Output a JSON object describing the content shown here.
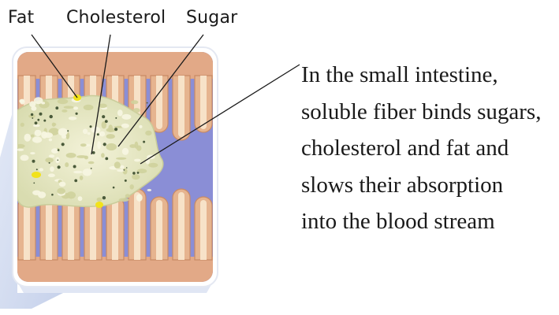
{
  "labels": {
    "fat": "Fat",
    "cholesterol": "Cholesterol",
    "sugar": "Sugar"
  },
  "caption": {
    "lines": [
      "In the small intestine,",
      "soluble fiber binds sugars,",
      "cholesterol and fat and",
      "slows their absorption",
      "into the blood stream"
    ]
  },
  "colors": {
    "villus_fill": "#e6b48f",
    "villus_inner": "#f7e2c8",
    "lumen": "#8a8ed6",
    "fiber_mass": "#e9ecc8",
    "fiber_dots": "#4a5a3a",
    "fat_droplet": "#f2e21a",
    "frame_shadow": "#c9d3ec",
    "leader_line": "#1a1a1a"
  }
}
